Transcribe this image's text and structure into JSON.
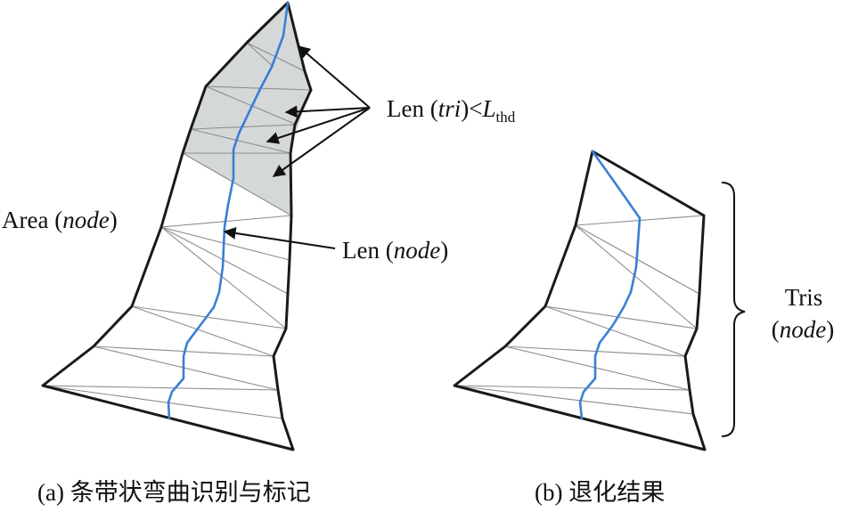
{
  "labels": {
    "len_tri_prefix": "Len (",
    "len_tri_italic": "tri",
    "len_tri_suffix": ")<",
    "len_tri_L": "L",
    "len_tri_sub": "thd",
    "area_prefix": "Area (",
    "area_italic": "node",
    "area_suffix": ")",
    "len_node_prefix": "Len (",
    "len_node_italic": "node",
    "len_node_suffix": ")",
    "tris_line1": "Tris",
    "tris_prefix": "(",
    "tris_italic": "node",
    "tris_suffix": ")"
  },
  "captions": {
    "a": "(a) 条带状弯曲识别与标记",
    "b": "(b) 退化结果"
  },
  "colors": {
    "skeleton": "#3a7fd5",
    "highlight_fill": "#d5d8d8",
    "outline": "#1a1a1a",
    "mesh": "#8c8c8c"
  }
}
